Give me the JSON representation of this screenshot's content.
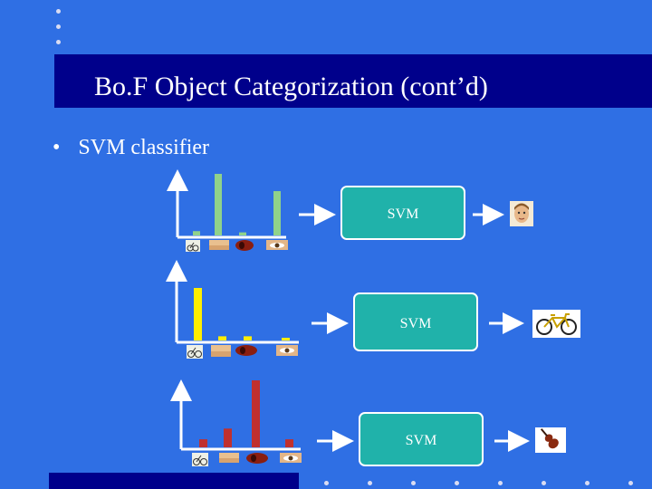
{
  "title": "Bo.F Object Categorization (cont’d)",
  "bullet": {
    "marker": "•",
    "text": "SVM classifier"
  },
  "classifiers": [
    {
      "label": "SVM",
      "bar_color": "#90d28a",
      "values": [
        0.07,
        1.0,
        0.05,
        0.72
      ],
      "output_icon": "face-icon"
    },
    {
      "label": "SVM",
      "bar_color": "#ffee00",
      "values": [
        1.0,
        0.08,
        0.08,
        0.04
      ],
      "output_icon": "bicycle-icon"
    },
    {
      "label": "SVM",
      "bar_color": "#c0302e",
      "values": [
        0.12,
        0.28,
        1.0,
        0.12
      ],
      "output_icon": "violin-icon"
    }
  ],
  "codebook_icons": [
    "bicycle-patch-icon",
    "skin-patch-icon",
    "violin-patch-icon",
    "eye-patch-icon"
  ],
  "colors": {
    "background": "#2f6fe4",
    "title_band": "#00008b",
    "svm_box": "#20b2aa",
    "text": "#ffffff"
  }
}
